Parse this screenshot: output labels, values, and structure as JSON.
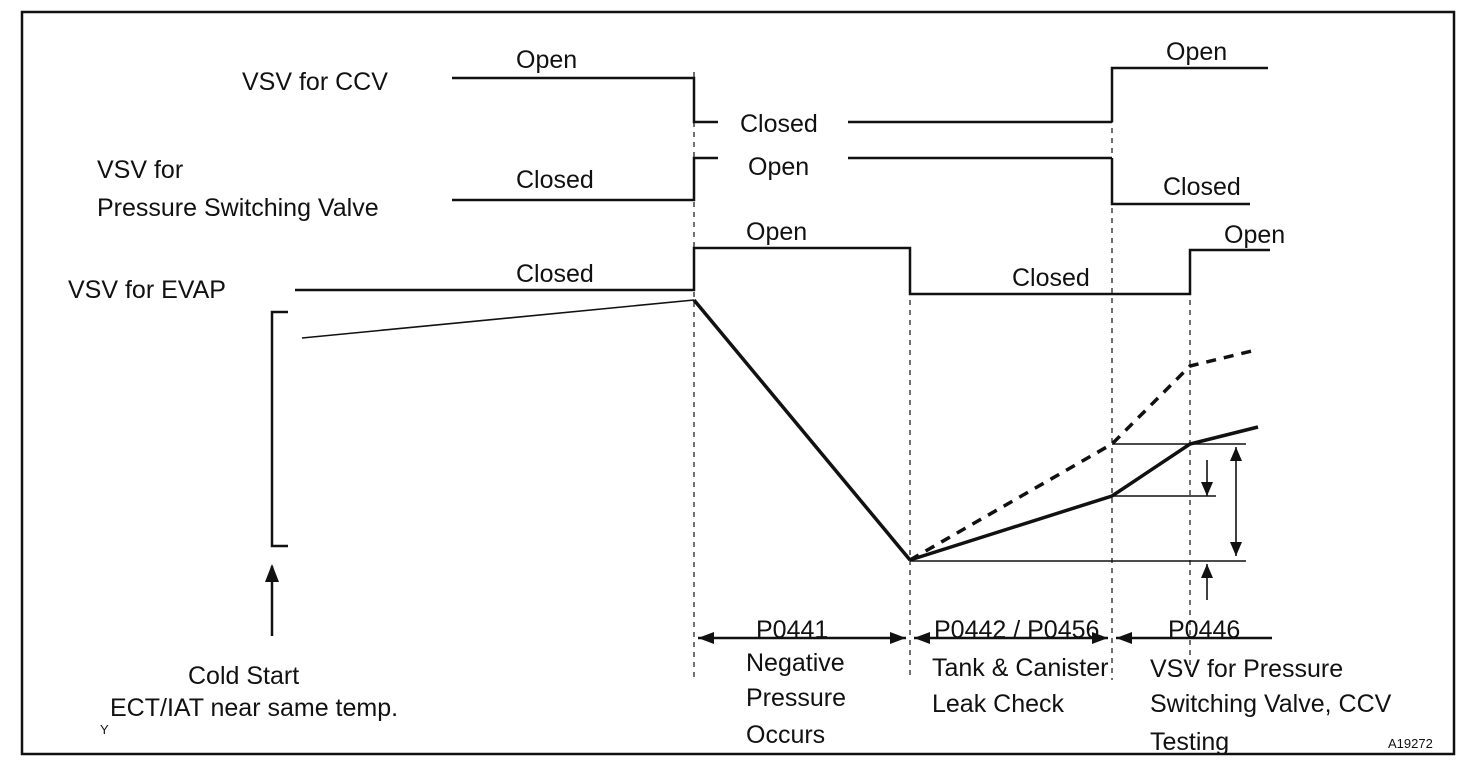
{
  "rows": {
    "ccv": {
      "label": "VSV for CCV",
      "state_open_1": "Open",
      "state_closed": "Closed",
      "state_open_2": "Open"
    },
    "psv": {
      "label_line1": "VSV for",
      "label_line2": "Pressure Switching Valve",
      "state_closed_1": "Closed",
      "state_open": "Open",
      "state_closed_2": "Closed"
    },
    "evap": {
      "label": "VSV for EVAP",
      "state_closed_1": "Closed",
      "state_open_1": "Open",
      "state_closed_2": "Closed",
      "state_open_2": "Open"
    }
  },
  "phases": {
    "p0441": {
      "code": "P0441",
      "line1": "Negative",
      "line2": "Pressure",
      "line3": "Occurs"
    },
    "p0442": {
      "code": "P0442 / P0456",
      "line1": "Tank & Canister",
      "line2": "Leak Check"
    },
    "p0446": {
      "code": "P0446",
      "line1": "VSV  for  Pressure",
      "line2": "Switching Valve, CCV",
      "line3": "Testing"
    }
  },
  "cold_start": {
    "line1": "Cold Start",
    "line2": "ECT/IAT near same temp."
  },
  "corner_marks": {
    "left": "Y",
    "right": "A19272"
  }
}
